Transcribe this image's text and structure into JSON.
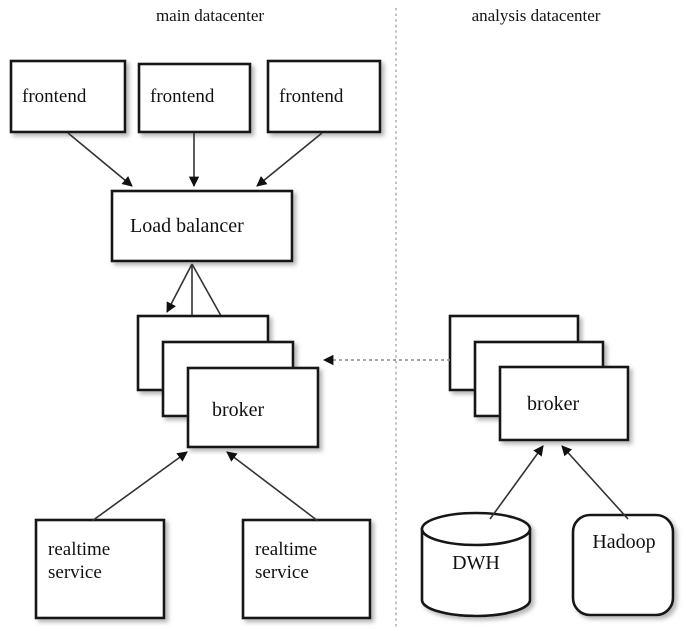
{
  "diagram": {
    "kind": "architecture-diagram",
    "background_color": "#ffffff",
    "stroke_color": "#1a1a1a",
    "shadow_color": "#bdbdbd",
    "divider_color": "#b0b0b0",
    "titles": {
      "left": "main datacenter",
      "right": "analysis datacenter"
    },
    "nodes": {
      "frontend_1": "frontend",
      "frontend_2": "frontend",
      "frontend_3": "frontend",
      "load_balancer": "Load balancer",
      "broker_main": "broker",
      "broker_analysis": "broker",
      "realtime_service_1": "realtime\nservice",
      "realtime_service_2": "realtime\nservice",
      "dwh": "DWH",
      "hadoop": "Hadoop"
    },
    "edges": [
      {
        "from": "frontend_1",
        "to": "load_balancer",
        "style": "solid-arrow"
      },
      {
        "from": "frontend_2",
        "to": "load_balancer",
        "style": "solid-arrow"
      },
      {
        "from": "frontend_3",
        "to": "load_balancer",
        "style": "solid-arrow"
      },
      {
        "from": "load_balancer",
        "to": "broker_main_back",
        "style": "solid-arrow"
      },
      {
        "from": "load_balancer",
        "to": "broker_main_middle",
        "style": "solid-arrow"
      },
      {
        "from": "load_balancer",
        "to": "broker_main_front",
        "style": "solid-arrow"
      },
      {
        "from": "realtime_service_1",
        "to": "broker_main",
        "style": "solid-arrow"
      },
      {
        "from": "realtime_service_2",
        "to": "broker_main",
        "style": "solid-arrow"
      },
      {
        "from": "broker_analysis",
        "to": "broker_main",
        "style": "dotted-arrow"
      },
      {
        "from": "dwh",
        "to": "broker_analysis",
        "style": "solid-arrow"
      },
      {
        "from": "hadoop",
        "to": "broker_analysis",
        "style": "solid-arrow"
      }
    ]
  }
}
